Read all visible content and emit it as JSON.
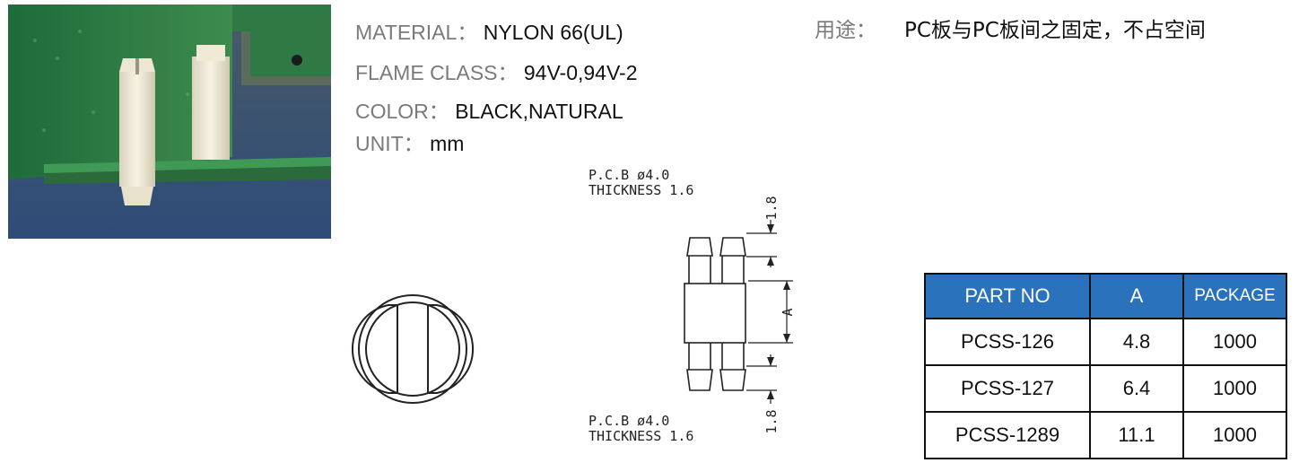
{
  "specs": [
    {
      "label": "MATERIAL：",
      "value": "NYLON 66(UL)"
    },
    {
      "label": "FLAME CLASS：",
      "value": "94V-0,94V-2"
    },
    {
      "label": "COLOR：",
      "value": "BLACK,NATURAL"
    },
    {
      "label": "UNIT：",
      "value": "mm"
    }
  ],
  "usage": {
    "label": "用途：",
    "value": "PC板与PC板间之固定，不占空间"
  },
  "drawing": {
    "top_note": {
      "line1": "P.C.B  ø4.0",
      "line2": "THICKNESS  1.6"
    },
    "bottom_note": {
      "line1": "P.C.B  ø4.0",
      "line2": "THICKNESS  1.6"
    },
    "dim_top": "1.8",
    "dim_mid": "A",
    "dim_bottom": "1.8"
  },
  "table": {
    "headers": [
      "PART NO",
      "A",
      "PACKAGE"
    ],
    "rows": [
      [
        "PCSS-126",
        "4.8",
        "1000"
      ],
      [
        "PCSS-127",
        "6.4",
        "1000"
      ],
      [
        "PCSS-1289",
        "11.1",
        "1000"
      ]
    ]
  },
  "colors": {
    "header_blue": "#2b72bd",
    "label_gray": "#7a7a7a"
  }
}
